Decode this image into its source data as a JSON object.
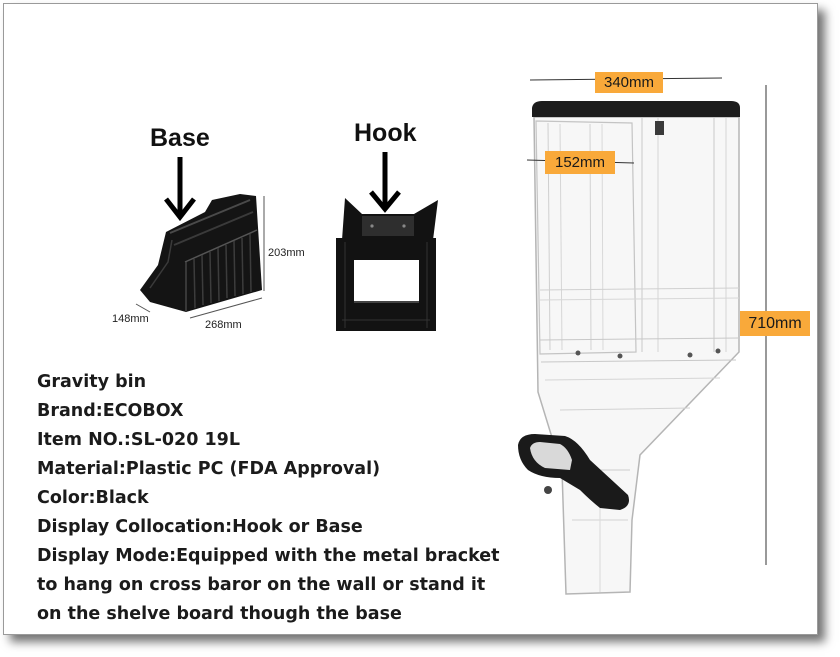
{
  "labels": {
    "base": "Base",
    "hook": "Hook"
  },
  "base_dimensions": {
    "height": "203mm",
    "depth": "148mm",
    "width": "268mm"
  },
  "bin_dimensions": {
    "width": "340mm",
    "depth": "152mm",
    "height": "710mm"
  },
  "specs": [
    "Gravity bin",
    "Brand:ECOBOX",
    "Item NO.:SL-020 19L",
    "Material:Plastic PC (FDA Approval)",
    "Color:Black",
    "Display Collocation:Hook or Base",
    "Display Mode:Equipped with the metal bracket",
    "to hang on cross baror on the wall or stand it",
    "on the shelve board though the base"
  ],
  "colors": {
    "dimension_label_bg": "#f9a93a",
    "product_black": "#141414",
    "text": "#1b1b1b"
  }
}
